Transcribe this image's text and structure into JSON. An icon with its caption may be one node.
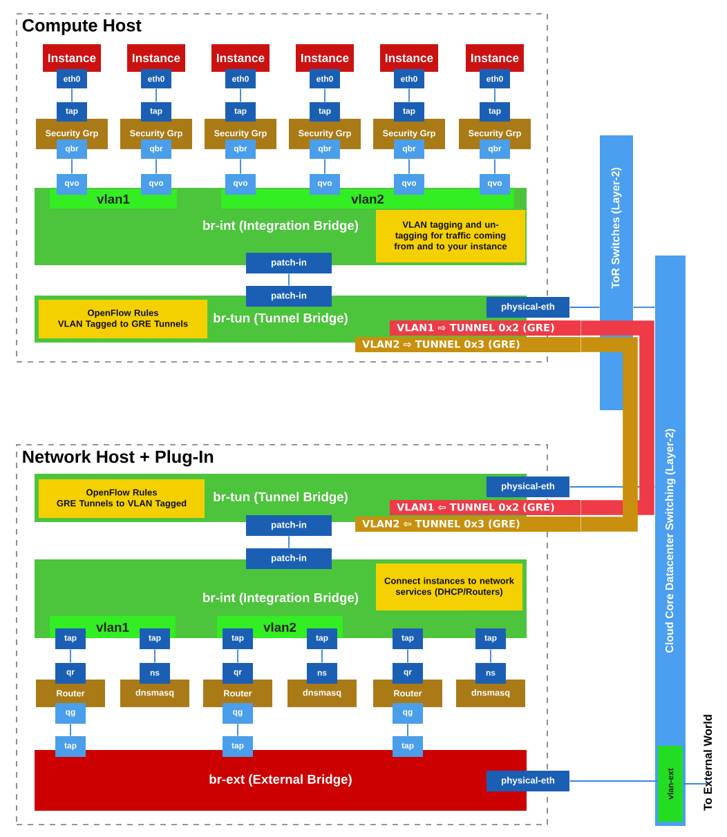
{
  "diagram": {
    "nodes": [
      {
        "text": [
          "Compute Host"
        ]
      },
      {
        "text": [
          "Instance"
        ],
        "in": 0
      },
      {
        "text": [
          "Instance"
        ],
        "in": 0
      },
      {
        "text": [
          "Instance"
        ],
        "in": 0
      },
      {
        "text": [
          "Instance"
        ],
        "in": 0
      },
      {
        "text": [
          "Instance"
        ],
        "in": 0
      },
      {
        "text": [
          "Instance"
        ],
        "in": 0
      },
      {
        "text": [
          "eth0"
        ],
        "in": 0
      },
      {
        "text": [
          "eth0"
        ],
        "in": 0
      },
      {
        "text": [
          "eth0"
        ],
        "in": 0
      },
      {
        "text": [
          "eth0"
        ],
        "in": 0
      },
      {
        "text": [
          "eth0"
        ],
        "in": 0
      },
      {
        "text": [
          "eth0"
        ],
        "in": 0
      },
      {
        "text": [
          "tap"
        ],
        "in": 0
      },
      {
        "text": [
          "tap"
        ],
        "in": 0
      },
      {
        "text": [
          "tap"
        ],
        "in": 0
      },
      {
        "text": [
          "tap"
        ],
        "in": 0
      },
      {
        "text": [
          "tap"
        ],
        "in": 0
      },
      {
        "text": [
          "tap"
        ],
        "in": 0
      },
      {
        "text": [
          "Security Grp"
        ],
        "in": 0
      },
      {
        "text": [
          "Security Grp"
        ],
        "in": 0
      },
      {
        "text": [
          "Security Grp"
        ],
        "in": 0
      },
      {
        "text": [
          "Security Grp"
        ],
        "in": 0
      },
      {
        "text": [
          "Security Grp"
        ],
        "in": 0
      },
      {
        "text": [
          "Security Grp"
        ],
        "in": 0
      },
      {
        "text": [
          "qbr"
        ],
        "in": 0
      },
      {
        "text": [
          "qbr"
        ],
        "in": 0
      },
      {
        "text": [
          "qbr"
        ],
        "in": 0
      },
      {
        "text": [
          "qbr"
        ],
        "in": 0
      },
      {
        "text": [
          "qbr"
        ],
        "in": 0
      },
      {
        "text": [
          "qbr"
        ],
        "in": 0
      },
      {
        "text": [
          "qvo"
        ],
        "in": 0
      },
      {
        "text": [
          "qvo"
        ],
        "in": 0
      },
      {
        "text": [
          "qvo"
        ],
        "in": 0
      },
      {
        "text": [
          "qvo"
        ],
        "in": 0
      },
      {
        "text": [
          "qvo"
        ],
        "in": 0
      },
      {
        "text": [
          "qvo"
        ],
        "in": 0
      },
      {
        "text": [
          "br-int (Integration Bridge)"
        ],
        "in": 0
      },
      {
        "text": [
          "vlan1"
        ],
        "in": 37
      },
      {
        "text": [
          "vlan2"
        ],
        "in": 37
      },
      {
        "text": [
          "VLAN tagging and un-tagging for traffic coming from and to your instance"
        ],
        "in": 37
      },
      {
        "text": [
          "patch-in"
        ],
        "in": 0
      },
      {
        "text": [
          "patch-in"
        ],
        "in": 0
      },
      {
        "text": [
          "br-tun (Tunnel Bridge)"
        ],
        "in": 0
      },
      {
        "text": [
          "OpenFlow Rules",
          "VLAN Tagged to GRE Tunnels"
        ],
        "in": 43
      },
      {
        "text": [
          "physical-eth"
        ]
      },
      {
        "text": [
          "VLAN1 ⇨ TUNNEL 0x2 (GRE)"
        ]
      },
      {
        "text": [
          "VLAN2 ⇨ TUNNEL 0x3 (GRE)"
        ]
      },
      {
        "text": [
          "ToR Switches (Layer-2)"
        ]
      },
      {
        "text": [
          "Cloud Core Datacenter Switching (Layer-2)"
        ]
      },
      {
        "text": [
          "vlan-ext"
        ],
        "in": 49
      },
      {
        "text": [
          "Network Host + Plug-In"
        ]
      },
      {
        "text": [
          "br-tun (Tunnel Bridge)"
        ],
        "in": 51
      },
      {
        "text": [
          "OpenFlow Rules",
          "GRE Tunnels to VLAN Tagged"
        ],
        "in": 52
      },
      {
        "text": [
          "physical-eth"
        ]
      },
      {
        "text": [
          "VLAN1 ⇦ TUNNEL 0x2 (GRE)"
        ]
      },
      {
        "text": [
          "VLAN2 ⇦ TUNNEL 0x3 (GRE)"
        ]
      },
      {
        "text": [
          "patch-in"
        ],
        "in": 51
      },
      {
        "text": [
          "patch-in"
        ],
        "in": 51
      },
      {
        "text": [
          "br-int (Integration Bridge)"
        ],
        "in": 51
      },
      {
        "text": [
          "Connect instances to network services (DHCP/Routers)"
        ],
        "in": 59
      },
      {
        "text": [
          "vlan1"
        ],
        "in": 59
      },
      {
        "text": [
          "vlan2"
        ],
        "in": 59
      },
      {
        "text": [
          "tap"
        ],
        "in": 51
      },
      {
        "text": [
          "tap"
        ],
        "in": 51
      },
      {
        "text": [
          "tap"
        ],
        "in": 51
      },
      {
        "text": [
          "tap"
        ],
        "in": 51
      },
      {
        "text": [
          "tap"
        ],
        "in": 51
      },
      {
        "text": [
          "tap"
        ],
        "in": 51
      },
      {
        "text": [
          "qr"
        ],
        "in": 51
      },
      {
        "text": [
          "ns"
        ],
        "in": 51
      },
      {
        "text": [
          "qr"
        ],
        "in": 51
      },
      {
        "text": [
          "ns"
        ],
        "in": 51
      },
      {
        "text": [
          "qr"
        ],
        "in": 51
      },
      {
        "text": [
          "ns"
        ],
        "in": 51
      },
      {
        "text": [
          "Router"
        ],
        "in": 51
      },
      {
        "text": [
          "dnsmasq"
        ],
        "in": 51
      },
      {
        "text": [
          "Router"
        ],
        "in": 51
      },
      {
        "text": [
          "dnsmasq"
        ],
        "in": 51
      },
      {
        "text": [
          "Router"
        ],
        "in": 51
      },
      {
        "text": [
          "dnsmasq"
        ],
        "in": 51
      },
      {
        "text": [
          "qg"
        ],
        "in": 51
      },
      {
        "text": [
          "qg"
        ],
        "in": 51
      },
      {
        "text": [
          "qg"
        ],
        "in": 51
      },
      {
        "text": [
          "tap"
        ],
        "in": 51
      },
      {
        "text": [
          "tap"
        ],
        "in": 51
      },
      {
        "text": [
          "tap"
        ],
        "in": 51
      },
      {
        "text": [
          "br-ext (External Bridge)"
        ],
        "in": 51
      },
      {
        "text": [
          "physical-eth"
        ]
      },
      {
        "text": [
          "To External World"
        ]
      }
    ],
    "edges": [
      {
        "from": 7,
        "to": 13,
        "arrow": "none"
      },
      {
        "from": 8,
        "to": 14,
        "arrow": "none"
      },
      {
        "from": 9,
        "to": 15,
        "arrow": "none"
      },
      {
        "from": 10,
        "to": 16,
        "arrow": "none"
      },
      {
        "from": 11,
        "to": 17,
        "arrow": "none"
      },
      {
        "from": 12,
        "to": 18,
        "arrow": "none"
      },
      {
        "from": 25,
        "to": 31,
        "arrow": "none"
      },
      {
        "from": 26,
        "to": 32,
        "arrow": "none"
      },
      {
        "from": 27,
        "to": 33,
        "arrow": "none"
      },
      {
        "from": 28,
        "to": 34,
        "arrow": "none"
      },
      {
        "from": 29,
        "to": 35,
        "arrow": "none"
      },
      {
        "from": 30,
        "to": 36,
        "arrow": "none"
      },
      {
        "from": 41,
        "to": 42,
        "arrow": "none"
      },
      {
        "from": 45,
        "to": 48,
        "arrow": "none"
      },
      {
        "from": 48,
        "to": 49,
        "arrow": "none"
      },
      {
        "from": 46,
        "to": 55,
        "arrow": "none",
        "style": "thick",
        "color": "#ee3b47"
      },
      {
        "from": 47,
        "to": 56,
        "arrow": "none",
        "style": "thick",
        "color": "#c8900e"
      },
      {
        "from": 54,
        "to": 49,
        "arrow": "none"
      },
      {
        "from": 57,
        "to": 58,
        "arrow": "none"
      },
      {
        "from": 63,
        "to": 69,
        "arrow": "none"
      },
      {
        "from": 64,
        "to": 70,
        "arrow": "none"
      },
      {
        "from": 65,
        "to": 71,
        "arrow": "none"
      },
      {
        "from": 66,
        "to": 72,
        "arrow": "none"
      },
      {
        "from": 67,
        "to": 73,
        "arrow": "none"
      },
      {
        "from": 68,
        "to": 74,
        "arrow": "none"
      },
      {
        "from": 81,
        "to": 84,
        "arrow": "none"
      },
      {
        "from": 82,
        "to": 85,
        "arrow": "none"
      },
      {
        "from": 83,
        "to": 86,
        "arrow": "none"
      },
      {
        "from": 88,
        "to": 50,
        "arrow": "none"
      },
      {
        "from": 50,
        "to": 89,
        "arrow": "none"
      }
    ]
  }
}
